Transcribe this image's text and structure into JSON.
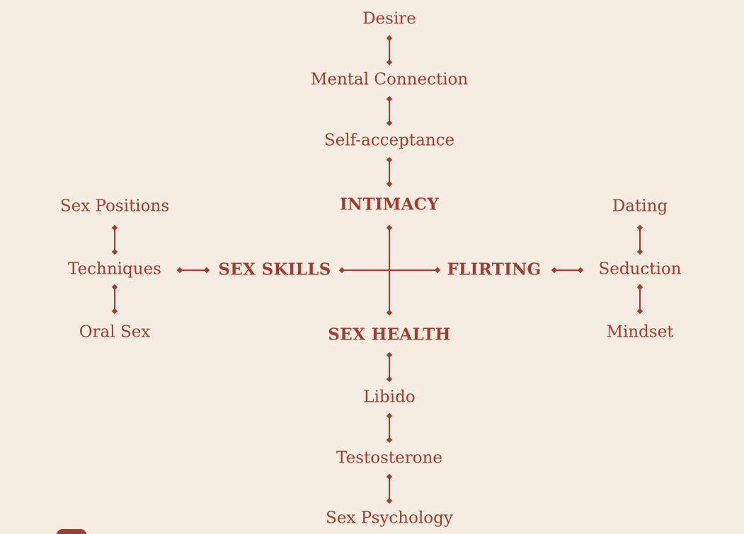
{
  "colors": {
    "background": "#f5ede1",
    "ink": "#a33b2e"
  },
  "diagram": {
    "center": {
      "top_hub": "INTIMACY",
      "bottom_hub": "SEX HEALTH",
      "left_hub": "SEX SKILLS",
      "right_hub": "FLIRTING"
    },
    "top_chain": [
      "Desire",
      "Mental Connection",
      "Self-acceptance"
    ],
    "bottom_chain": [
      "Libido",
      "Testosterone",
      "Sex Psychology"
    ],
    "left_branch": {
      "top": "Sex Positions",
      "middle": "Techniques",
      "bottom": "Oral Sex"
    },
    "right_branch": {
      "top": "Dating",
      "middle": "Seduction",
      "bottom": "Mindset"
    }
  }
}
